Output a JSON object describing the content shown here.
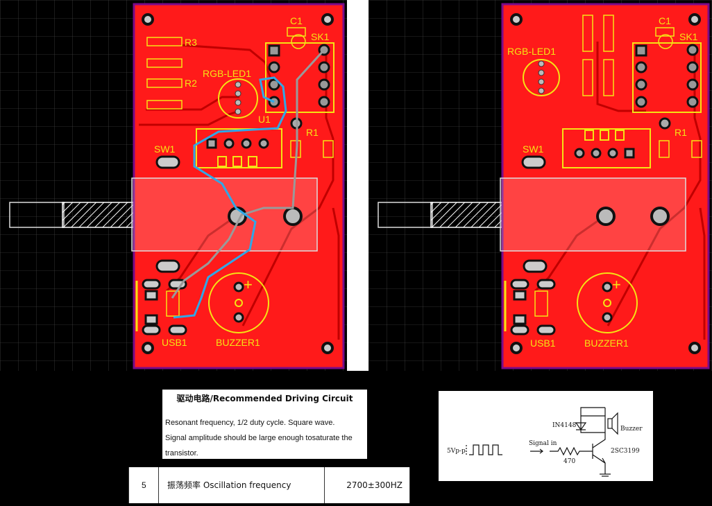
{
  "pcb_labels": {
    "r3": "R3",
    "r2": "R2",
    "r1": "R1",
    "c1": "C1",
    "sk1": "SK1",
    "rgb_led": "RGB-LED1",
    "u1": "U1",
    "sw1": "SW1",
    "usb1": "USB1",
    "buzzer": "BUZZER1",
    "plus": "+"
  },
  "datasheet": {
    "title": "驱动电路/Recommended Driving Circuit",
    "line1": "Resonant frequency, 1/2 duty cycle. Square wave.",
    "line2": "Signal amplitude should be large enough tosaturate the",
    "line3": "transistor."
  },
  "spec_row": {
    "number": "5",
    "name": "振荡频率  Oscillation frequency",
    "value": "2700±300HZ"
  },
  "schematic": {
    "diode": "IN4148",
    "buzzer": "Buzzer",
    "signal": "Signal in",
    "amplitude": "5Vp-p",
    "resistor": "470",
    "transistor": "2SC3199"
  },
  "colors": {
    "board": "#ff1a1a",
    "silkscreen": "#f5e414",
    "trace_blue": "#2fa8e8",
    "trace_gray": "#9a9a9a",
    "outline": "#7a0a8a"
  }
}
